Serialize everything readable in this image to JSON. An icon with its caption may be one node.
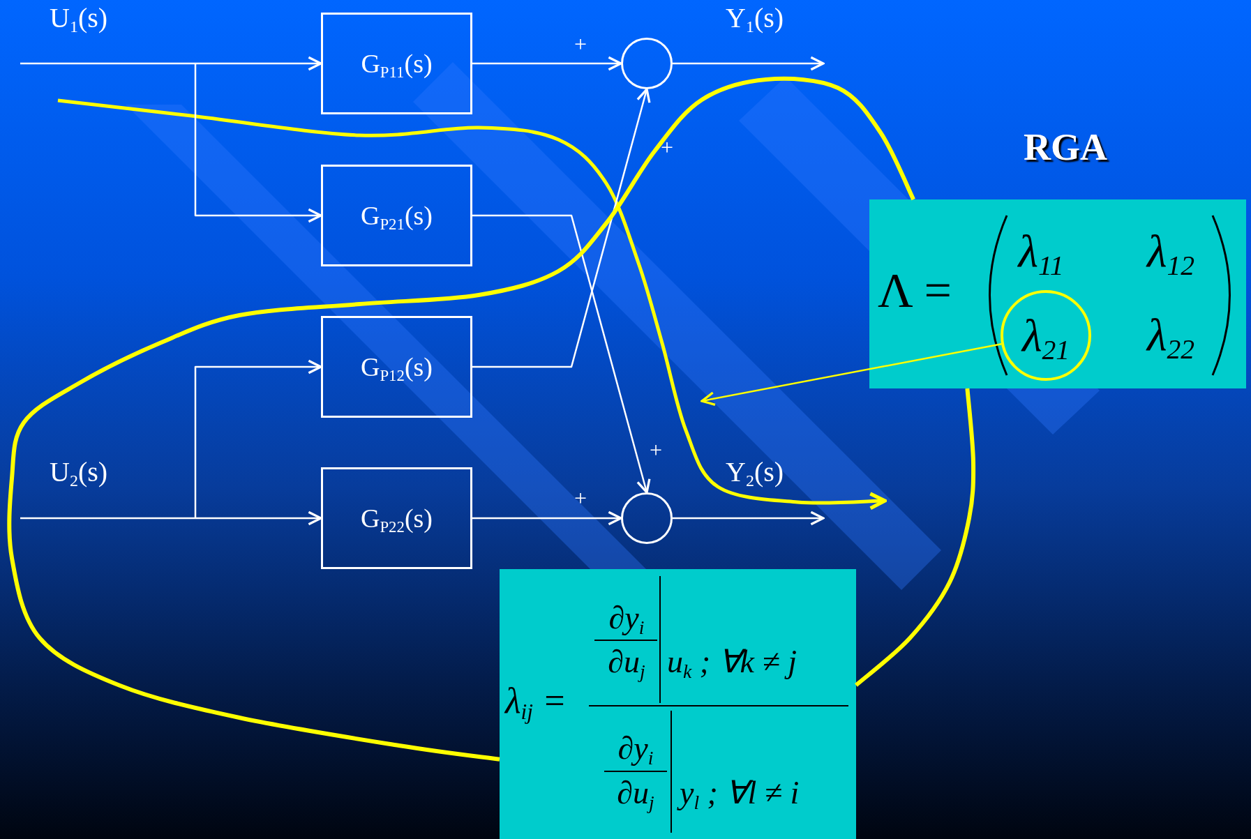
{
  "diagram": {
    "nodes": [
      {
        "text": [
          "G$_{P11}$(s)"
        ]
      },
      {
        "text": [
          "G$_{P21}$(s)"
        ]
      },
      {
        "text": [
          "G$_{P12}$(s)"
        ]
      },
      {
        "text": [
          "G$_{P22}$(s)"
        ]
      },
      {
        "text": [],
        "shape": "circle"
      },
      {
        "text": [],
        "shape": "circle"
      },
      {
        "text": [
          "RGA",
          "Λ =",
          "λ$_{11}$",
          "λ$_{12}$",
          "λ$_{22}$"
        ]
      },
      {
        "text": [
          "λ$_{21}$"
        ],
        "in": 6
      },
      {
        "text": [
          "λ$_{ij}$ =",
          "∂y$_{i}$",
          "∂u$_{j}$",
          "u$_{k}$ ; ∀k ≠ j",
          "∂y$_{i}$",
          "∂u$_{j}$",
          "y$_{l}$ ; ∀l ≠ i"
        ]
      }
    ],
    "edges": [
      {
        "from": null,
        "to": 0,
        "arrow": "to"
      },
      {
        "from": null,
        "to": 1,
        "arrow": "to"
      },
      {
        "from": 0,
        "to": 4,
        "arrow": "to"
      },
      {
        "from": 4,
        "to": null,
        "arrow": "to"
      },
      {
        "from": 1,
        "to": 5,
        "arrow": "to"
      },
      {
        "from": 2,
        "to": 4,
        "arrow": "to"
      },
      {
        "from": null,
        "to": 2,
        "arrow": "to"
      },
      {
        "from": null,
        "to": 3,
        "arrow": "to"
      },
      {
        "from": 3,
        "to": 5,
        "arrow": "to"
      },
      {
        "from": 5,
        "to": null,
        "arrow": "to"
      },
      {
        "from": 7,
        "to": null,
        "arrow": "to",
        "color": "#ffff00"
      },
      {
        "from": 8,
        "to": 6,
        "arrow": "none",
        "style": "thick",
        "color": "#ffff00"
      },
      {
        "from": 6,
        "to": 8,
        "arrow": "none",
        "style": "thick",
        "color": "#ffff00"
      }
    ],
    "labels": [
      "U$_{1}$(s)",
      "Y$_{1}$(s)",
      "+",
      "+",
      "U$_{2}$(s)",
      "Y$_{2}$(s)",
      "+",
      "+"
    ]
  }
}
